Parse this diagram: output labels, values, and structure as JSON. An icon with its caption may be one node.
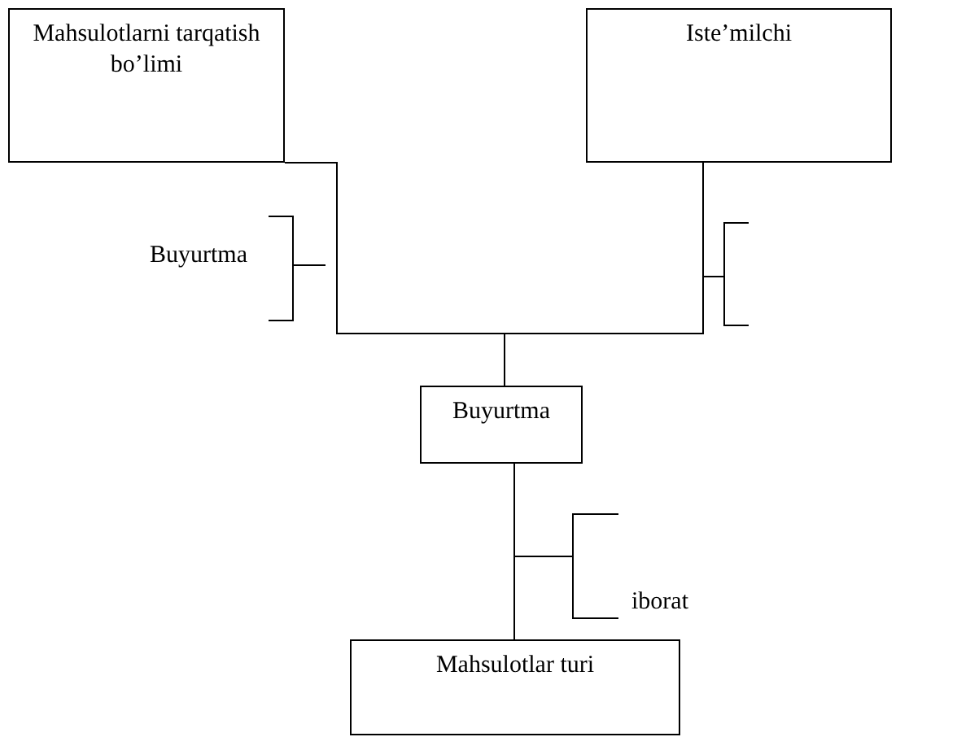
{
  "diagram": {
    "nodes": [
      {
        "text": [
          "Mahsulotlarni tarqatish bo’limi"
        ]
      },
      {
        "text": [
          "Iste’milchi"
        ]
      },
      {
        "text": [
          "Buyurtma"
        ]
      },
      {
        "text": [
          "Mahsulotlar turi"
        ]
      }
    ],
    "edges": [
      {
        "from": 0,
        "to": 2,
        "arrow": "none",
        "label": "Buyurtma"
      },
      {
        "from": 1,
        "to": 2,
        "arrow": "none"
      },
      {
        "from": 2,
        "to": 3,
        "arrow": "none",
        "label": "iborat"
      }
    ]
  }
}
